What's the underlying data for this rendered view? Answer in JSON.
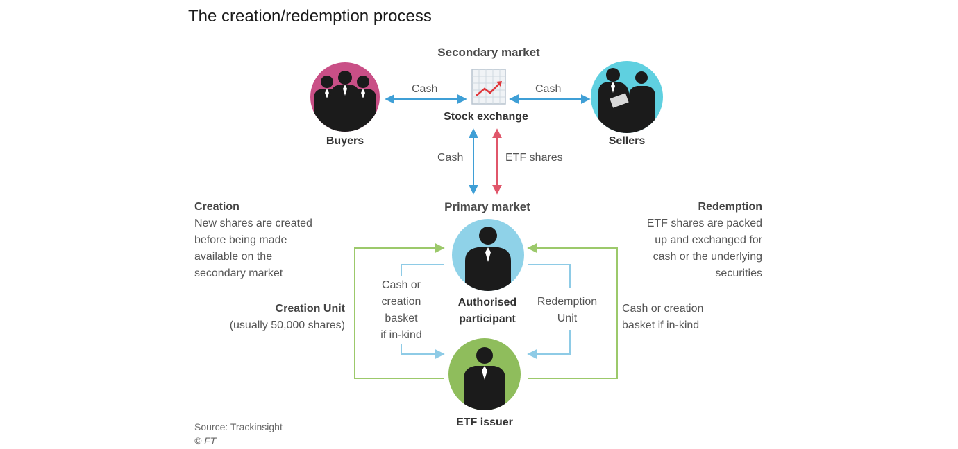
{
  "title": "The creation/redemption process",
  "secondary_market": {
    "heading": "Secondary market",
    "exchange_label": "Stock exchange",
    "buyers_label": "Buyers",
    "sellers_label": "Sellers",
    "cash_left": "Cash",
    "cash_right": "Cash",
    "cash_down": "Cash",
    "etf_shares_up": "ETF shares"
  },
  "primary_market": {
    "heading": "Primary market",
    "authorised_participant": [
      "Authorised",
      "participant"
    ],
    "etf_issuer": "ETF issuer",
    "cash_or_creation_basket": [
      "Cash or",
      "creation",
      "basket",
      "if in-kind"
    ],
    "redemption_unit": [
      "Redemption",
      "Unit"
    ],
    "creation_unit": [
      "Creation Unit",
      "(usually 50,000 shares)"
    ],
    "cash_or_creation_basket_right": [
      "Cash or creation",
      "basket if in-kind"
    ]
  },
  "creation_note": {
    "heading": "Creation",
    "lines": [
      "New shares are created",
      "before being made",
      "available on the",
      "secondary market"
    ]
  },
  "redemption_note": {
    "heading": "Redemption",
    "lines": [
      "ETF shares are packed",
      "up and exchanged for",
      "cash or the underlying",
      "securities"
    ]
  },
  "source": {
    "text": "Source: Trackinsight",
    "copyright": "© FT"
  },
  "colors": {
    "buyers_circle": "#c94f86",
    "sellers_circle": "#5fd0e0",
    "participant_circle": "#8fd2e8",
    "issuer_circle": "#8fbd5c",
    "cash_arrow": "#3f9fd6",
    "shares_arrow": "#e0566a",
    "green_line": "#9cc96b",
    "light_blue_line": "#8ecbe6",
    "silhouette": "#1b1b1b"
  },
  "icons": {
    "buyers": "three-businessmen-icon",
    "sellers": "two-businessmen-icon",
    "exchange": "stock-chart-icon",
    "participant": "businessman-icon",
    "issuer": "businessman-icon"
  }
}
